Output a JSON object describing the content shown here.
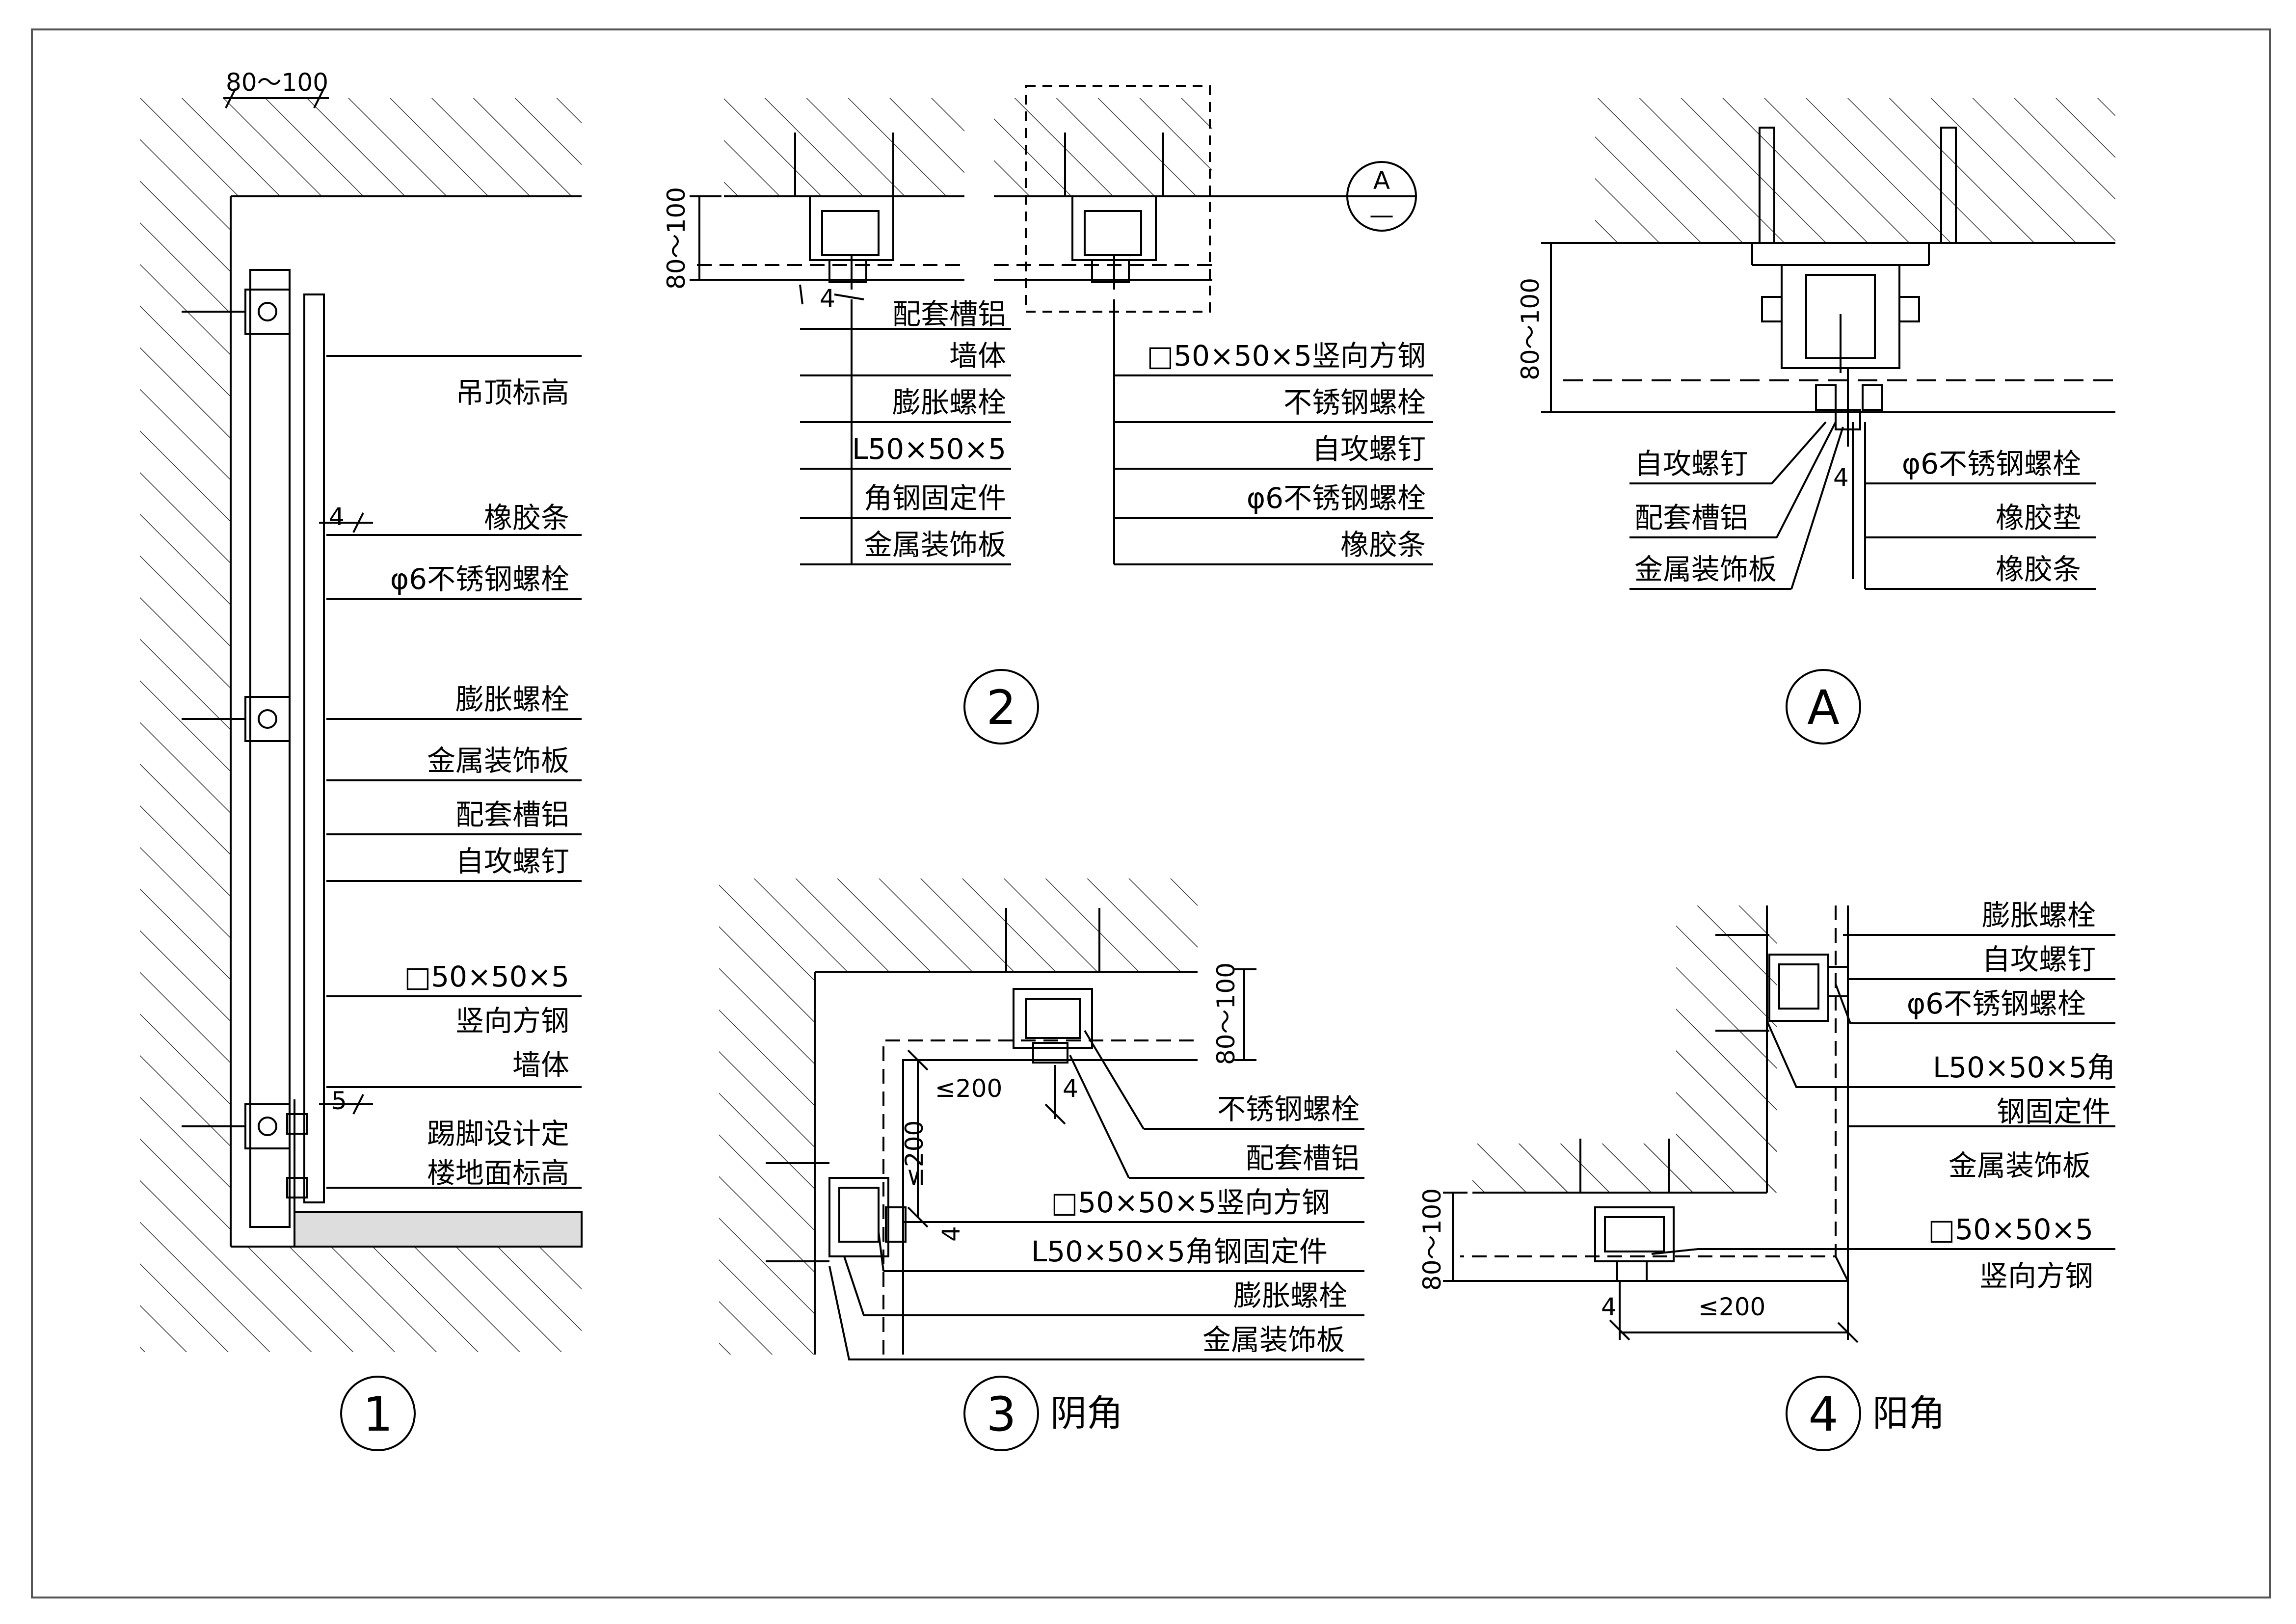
{
  "detail_1": {
    "dim_top": "80～100",
    "dim_gap_top": "4",
    "dim_gap_bottom": "5",
    "labels": [
      "吊顶标高",
      "橡胶条",
      "φ6不锈钢螺栓",
      "膨胀螺栓",
      "金属装饰板",
      "配套槽铝",
      "自攻螺钉",
      "□50×50×5",
      "竖向方钢",
      "墙体",
      "踢脚设计定",
      "楼地面标高"
    ],
    "number": "1"
  },
  "detail_2": {
    "dim_height": "80～100",
    "dim_gap": "4",
    "section_ref": "A",
    "section_ref_sub": "—",
    "labels_left": [
      "配套槽铝",
      "墙体",
      "膨胀螺栓",
      "L50×50×5",
      "角钢固定件",
      "金属装饰板"
    ],
    "labels_right": [
      "□50×50×5竖向方钢",
      "不锈钢螺栓",
      "自攻螺钉",
      "φ6不锈钢螺栓",
      "橡胶条"
    ],
    "number": "2"
  },
  "detail_A": {
    "dim_height": "80～100",
    "dim_gap": "4",
    "labels_left": [
      "自攻螺钉",
      "配套槽铝",
      "金属装饰板"
    ],
    "labels_right": [
      "φ6不锈钢螺栓",
      "橡胶垫",
      "橡胶条"
    ],
    "number": "A"
  },
  "detail_3": {
    "dim_height": "80～100",
    "dim_a": "≤200",
    "dim_b": "≤200",
    "dim_gap_1": "4",
    "dim_gap_2": "4",
    "labels": [
      "不锈钢螺栓",
      "配套槽铝",
      "□50×50×5竖向方钢",
      "L50×50×5角钢固定件",
      "膨胀螺栓",
      "金属装饰板"
    ],
    "number": "3",
    "caption": "阴角"
  },
  "detail_4": {
    "dim_height": "80～100",
    "dim_width": "≤200",
    "dim_gap": "4",
    "labels": [
      "膨胀螺栓",
      "自攻螺钉",
      "φ6不锈钢螺栓",
      "L50×50×5角",
      "钢固定件",
      "金属装饰板",
      "□50×50×5",
      "竖向方钢"
    ],
    "number": "4",
    "caption": "阳角"
  },
  "colors": {
    "line": "#000000",
    "hatch": "#333333",
    "border": "#555555",
    "background": "#ffffff"
  }
}
